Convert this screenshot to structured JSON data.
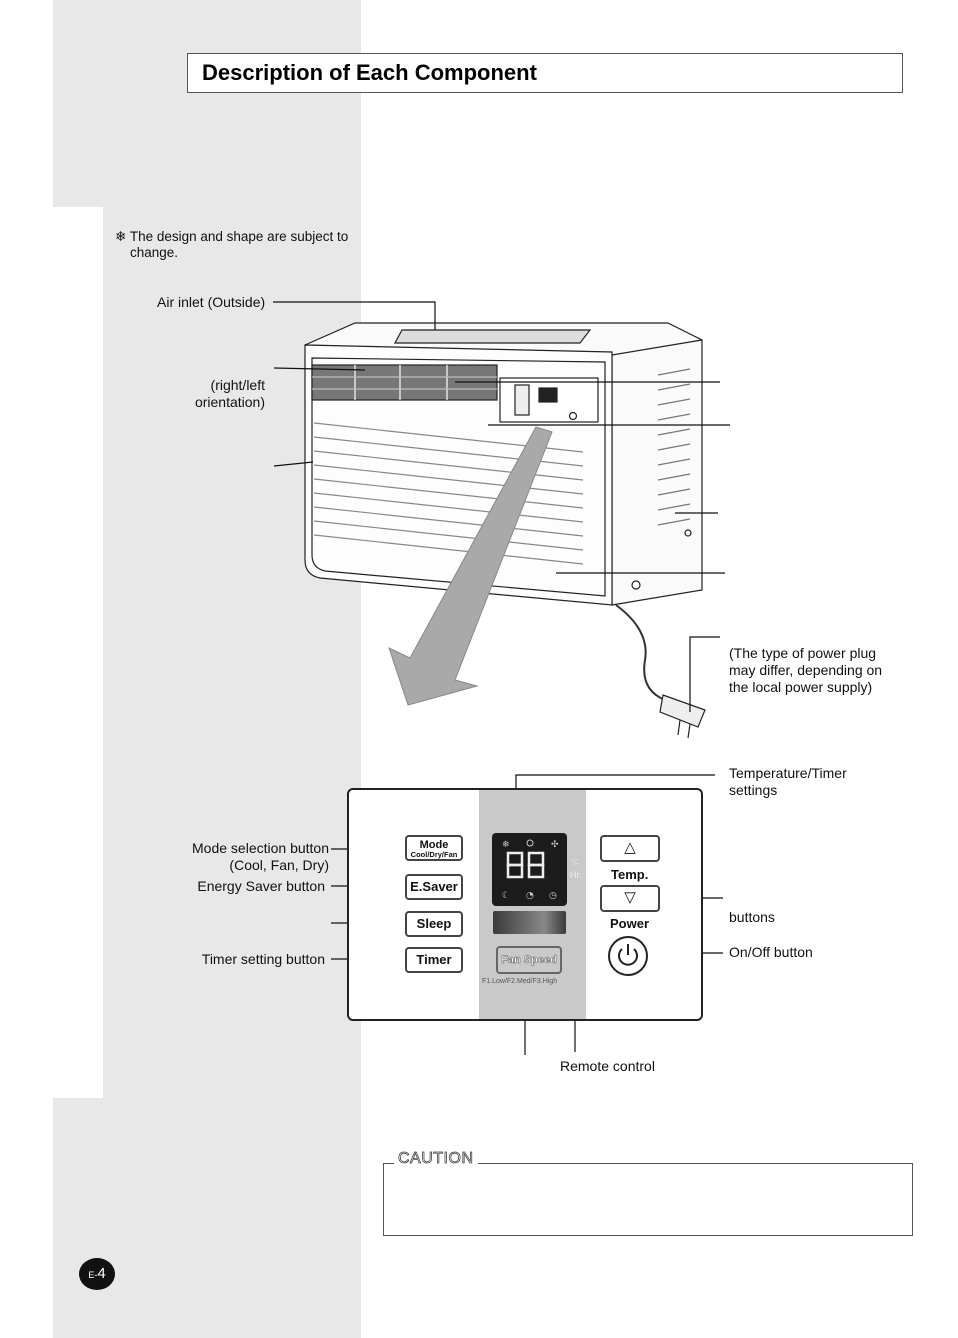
{
  "header": {
    "title": "Description of Each Component"
  },
  "note": {
    "symbol": "❄",
    "text_line1": "The design and shape are subject to",
    "text_line2": "change."
  },
  "unit_labels": {
    "air_inlet": "Air inlet (Outside)",
    "orientation_line1": "(right/left",
    "orientation_line2": "orientation)",
    "plug_line1": "(The type of power plug",
    "plug_line2": "may differ, depending on",
    "plug_line3": "the local power supply)"
  },
  "panel_labels": {
    "temp_timer_line1": "Temperature/Timer",
    "temp_timer_line2": "settings",
    "mode_line1": "Mode selection button",
    "mode_line2": "(Cool, Fan, Dry)",
    "energy_saver": "Energy Saver button",
    "timer_setting": "Timer setting button",
    "buttons": "buttons",
    "onoff": "On/Off button",
    "remote": "Remote control"
  },
  "panel": {
    "mode_btn": "Mode",
    "mode_sub": "Cool/Dry/Fan",
    "esaver_btn": "E.Saver",
    "sleep_btn": "Sleep",
    "timer_btn": "Timer",
    "display_digits": "88",
    "unit_f": "°F",
    "unit_hr": "Hr.",
    "fan_speed_btn": "Fan Speed",
    "fan_legend": "F1.Low/F2.Med/F3.High",
    "up_arrow": "△",
    "temp_label": "Temp.",
    "down_arrow": "▽",
    "power_label": "Power"
  },
  "caution": {
    "title": "CAUTION"
  },
  "page": {
    "prefix": "E-",
    "number": "4"
  }
}
